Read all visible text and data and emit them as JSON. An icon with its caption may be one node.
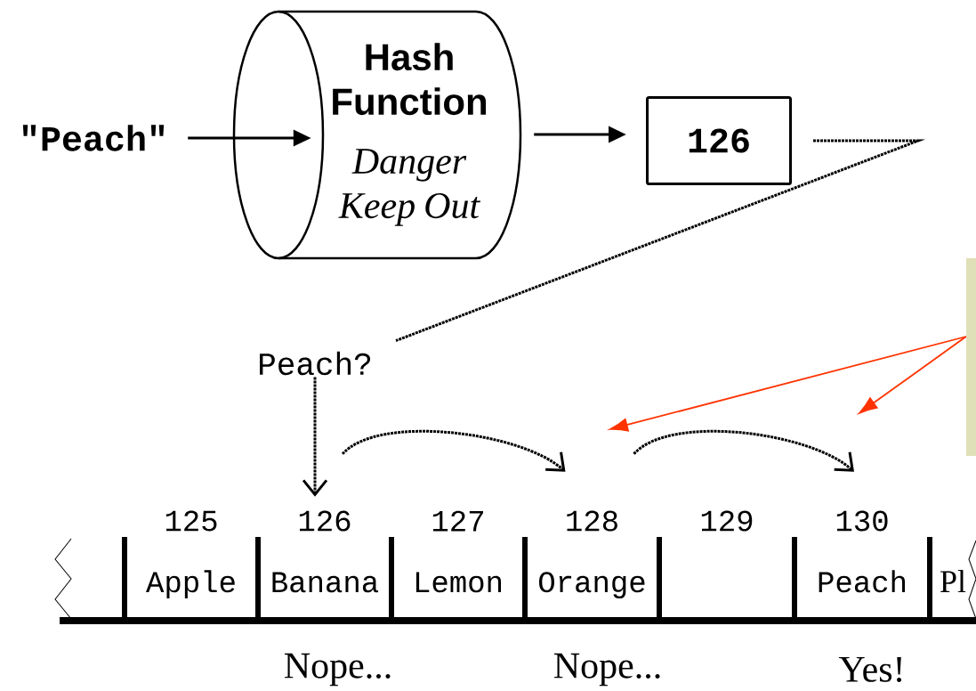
{
  "diagram": {
    "nodes": [
      {
        "text": [
          "\"Peach\""
        ]
      },
      {
        "text": [
          "Hash Function",
          "Danger Keep Out"
        ]
      },
      {
        "text": [
          "126"
        ]
      },
      {
        "text": [
          "Peach?"
        ]
      },
      {
        "text": [
          "Apple"
        ],
        "beside": [
          "125"
        ]
      },
      {
        "text": [
          "Banana"
        ],
        "beside": [
          "126"
        ]
      },
      {
        "text": [
          "Lemon"
        ],
        "beside": [
          "127"
        ]
      },
      {
        "text": [
          "Orange"
        ],
        "beside": [
          "128"
        ]
      },
      {
        "text": [],
        "shape": "box",
        "beside": [
          "129"
        ]
      },
      {
        "text": [
          "Peach"
        ],
        "beside": [
          "130"
        ]
      },
      {
        "text": [
          "Pl"
        ]
      },
      {
        "text": [],
        "shape": "box"
      }
    ],
    "edges": [
      {
        "from": 0,
        "to": 1,
        "arrow": "to"
      },
      {
        "from": 1,
        "to": 2,
        "arrow": "to"
      },
      {
        "from": 2,
        "to": 3,
        "arrow": "none",
        "style": "dashed"
      },
      {
        "from": 3,
        "to": 5,
        "arrow": "to",
        "style": "dashed"
      },
      {
        "from": 5,
        "to": 7,
        "arrow": "to",
        "style": "dashed"
      },
      {
        "from": 7,
        "to": 9,
        "arrow": "to",
        "style": "dashed"
      },
      {
        "from": 11,
        "to": null,
        "arrow": "to",
        "color": "#ff3300"
      },
      {
        "from": 11,
        "to": null,
        "arrow": "to",
        "color": "#ff3300"
      }
    ],
    "labels": [
      "Nope...",
      "Nope...",
      "Yes!"
    ]
  }
}
